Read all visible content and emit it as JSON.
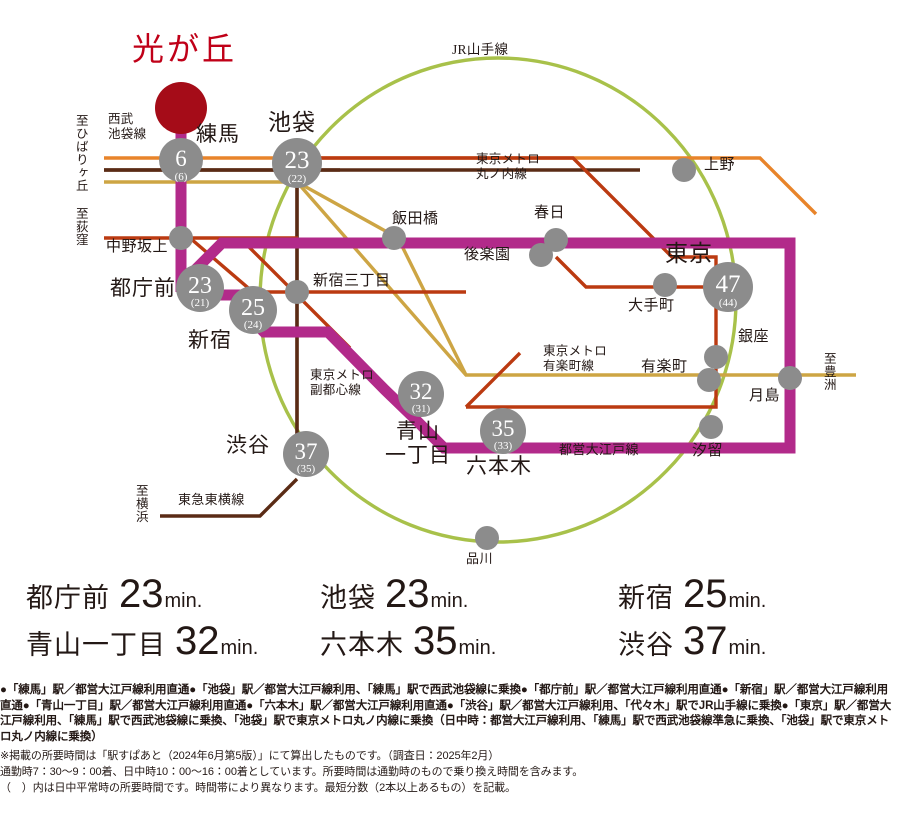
{
  "title": "光が丘",
  "colors": {
    "accent_red": "#c00018",
    "origin_dot": "#a50c18",
    "oedo_purple": "#b22a8a",
    "jr_yamanote_green": "#a8c14a",
    "marunouchi_red": "#bb3a11",
    "seibu_orange": "#e8842a",
    "fukutoshin_brown": "#5a2b15",
    "yurakucho_gold": "#cda544",
    "station_gray": "#8c8c8c"
  },
  "map": {
    "origin": {
      "label": "光が丘"
    },
    "line_labels": [
      {
        "name": "jr-yamanote",
        "text": "JR山手線"
      },
      {
        "name": "tokyo-metro-marunouchi",
        "text": "東京メトロ\n丸ノ内線"
      },
      {
        "name": "seibu-ikebukuro",
        "text": "西武\n池袋線"
      },
      {
        "name": "tokyo-metro-fukutoshin",
        "text": "東京メトロ\n副都心線"
      },
      {
        "name": "tokyo-metro-yurakucho",
        "text": "東京メトロ\n有楽町線"
      },
      {
        "name": "toei-oedo",
        "text": "都営大江戸線"
      },
      {
        "name": "tokyu-toyoko",
        "text": "東急東横線"
      }
    ],
    "direction_labels": [
      {
        "name": "to-hibarigaoka",
        "text": "至ひばりヶ丘"
      },
      {
        "name": "to-ogikubo",
        "text": "至荻窪"
      },
      {
        "name": "to-toyosu",
        "text": "至豊洲"
      },
      {
        "name": "to-yokohama",
        "text": "至横浜"
      }
    ],
    "numbered_stations": [
      {
        "name": "nerima",
        "label": "練馬",
        "minutes": "6",
        "daytime": "(6)"
      },
      {
        "name": "ikebukuro",
        "label": "池袋",
        "minutes": "23",
        "daytime": "(22)"
      },
      {
        "name": "tochomae",
        "label": "都庁前",
        "minutes": "23",
        "daytime": "(21)"
      },
      {
        "name": "shinjuku",
        "label": "新宿",
        "minutes": "25",
        "daytime": "(24)"
      },
      {
        "name": "aoyama-itchome",
        "label": "青山\n一丁目",
        "minutes": "32",
        "daytime": "(31)"
      },
      {
        "name": "roppongi",
        "label": "六本木",
        "minutes": "35",
        "daytime": "(33)"
      },
      {
        "name": "shibuya",
        "label": "渋谷",
        "minutes": "37",
        "daytime": "(35)"
      },
      {
        "name": "tokyo",
        "label": "東京",
        "minutes": "47",
        "daytime": "(44)"
      }
    ],
    "plain_stations": [
      {
        "name": "nakano-sakaue",
        "label": "中野坂上"
      },
      {
        "name": "shinjuku-sanchome",
        "label": "新宿三丁目"
      },
      {
        "name": "iidabashi",
        "label": "飯田橋"
      },
      {
        "name": "kasuga",
        "label": "春日"
      },
      {
        "name": "korakuen",
        "label": "後楽園"
      },
      {
        "name": "ueno",
        "label": "上野"
      },
      {
        "name": "otemachi",
        "label": "大手町"
      },
      {
        "name": "ginza",
        "label": "銀座"
      },
      {
        "name": "yurakucho",
        "label": "有楽町"
      },
      {
        "name": "tsukishima",
        "label": "月島"
      },
      {
        "name": "shiodome",
        "label": "汐留"
      },
      {
        "name": "shinagawa",
        "label": "品川"
      }
    ]
  },
  "times": [
    [
      {
        "name": "tochomae",
        "station": "都庁前",
        "minutes": "23",
        "unit": "min."
      },
      {
        "name": "ikebukuro",
        "station": "池袋",
        "minutes": "23",
        "unit": "min."
      },
      {
        "name": "shinjuku",
        "station": "新宿",
        "minutes": "25",
        "unit": "min."
      }
    ],
    [
      {
        "name": "aoyama-itchome",
        "station": "青山一丁目",
        "minutes": "32",
        "unit": "min."
      },
      {
        "name": "roppongi",
        "station": "六本木",
        "minutes": "35",
        "unit": "min."
      },
      {
        "name": "shibuya",
        "station": "渋谷",
        "minutes": "37",
        "unit": "min."
      }
    ]
  ],
  "notes": {
    "routes": "●「練馬」駅／都営大江戸線利用直通●「池袋」駅／都営大江戸線利用、「練馬」駅で西武池袋線に乗換●「都庁前」駅／都営大江戸線利用直通●「新宿」駅／都営大江戸線利用直通●「青山一丁目」駅／都営大江戸線利用直通●「六本木」駅／都営大江戸線利用直通●「渋谷」駅／都営大江戸線利用、「代々木」駅でJR山手線に乗換●「東京」駅／都営大江戸線利用、「練馬」駅で西武池袋線に乗換、「池袋」駅で東京メトロ丸ノ内線に乗換（日中時：都営大江戸線利用、「練馬」駅で西武池袋線準急に乗換、「池袋」駅で東京メトロ丸ノ内線に乗換）",
    "source": "※掲載の所要時間は「駅すぱあと（2024年6月第5版）」にて算出したものです。（調査日：2025年2月）",
    "commute": "通勤時7：30〜9：00着、日中時10：00〜16：00着としています。所要時間は通勤時のもので乗り換え時間を含みます。",
    "paren": "（　）内は日中平常時の所要時間です。時間帯により異なります。最短分数（2本以上あるもの）を記載。"
  }
}
